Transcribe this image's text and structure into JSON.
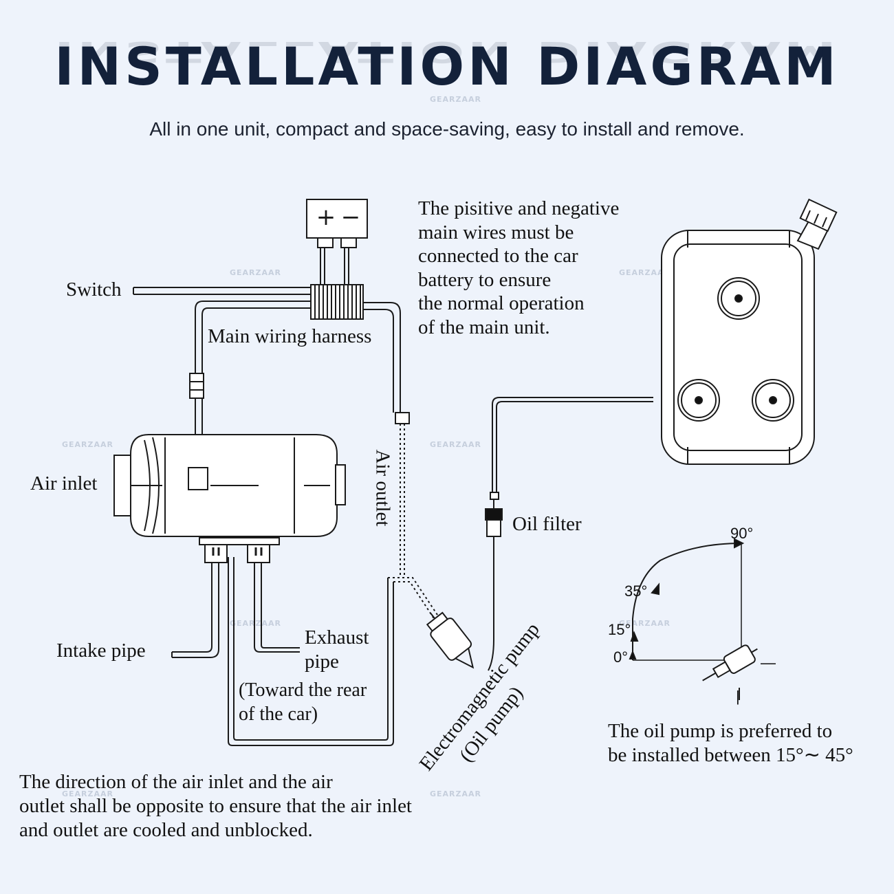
{
  "title": "INSTALLATION DIAGRAM",
  "subtitle": "All in one unit, compact and space-saving, easy to install and remove.",
  "watermark": "GEARZAAR",
  "battery_plus": "+",
  "battery_minus": "−",
  "labels": {
    "switch": "Switch",
    "main_wiring_harness": "Main wiring harness",
    "air_inlet": "Air inlet",
    "air_outlet": "Air outlet",
    "intake_pipe": "Intake pipe",
    "exhaust_pipe_1": "Exhaust",
    "exhaust_pipe_2": "pipe",
    "exhaust_note_1": "(Toward the rear",
    "exhaust_note_2": "of the car)",
    "oil_filter": "Oil filter",
    "pump_1": "Electromagnetic pump",
    "pump_2": "(Oil pump)"
  },
  "notes": {
    "battery": [
      "The pisitive and negative",
      "main wires must be",
      "connected to the car",
      "battery to ensure",
      "the normal operation",
      "of the main unit."
    ],
    "direction": [
      "The direction of the air inlet and the air",
      "outlet shall be opposite to ensure that the air inlet",
      "and outlet are cooled and unblocked."
    ],
    "pump_angle": [
      "The oil pump is preferred to",
      "be installed between 15°∼ 45°"
    ]
  },
  "angles": {
    "a90": "90°",
    "a35": "35°",
    "a15": "15°",
    "a0": "0°",
    "minus": "—",
    "vertical": "|"
  }
}
